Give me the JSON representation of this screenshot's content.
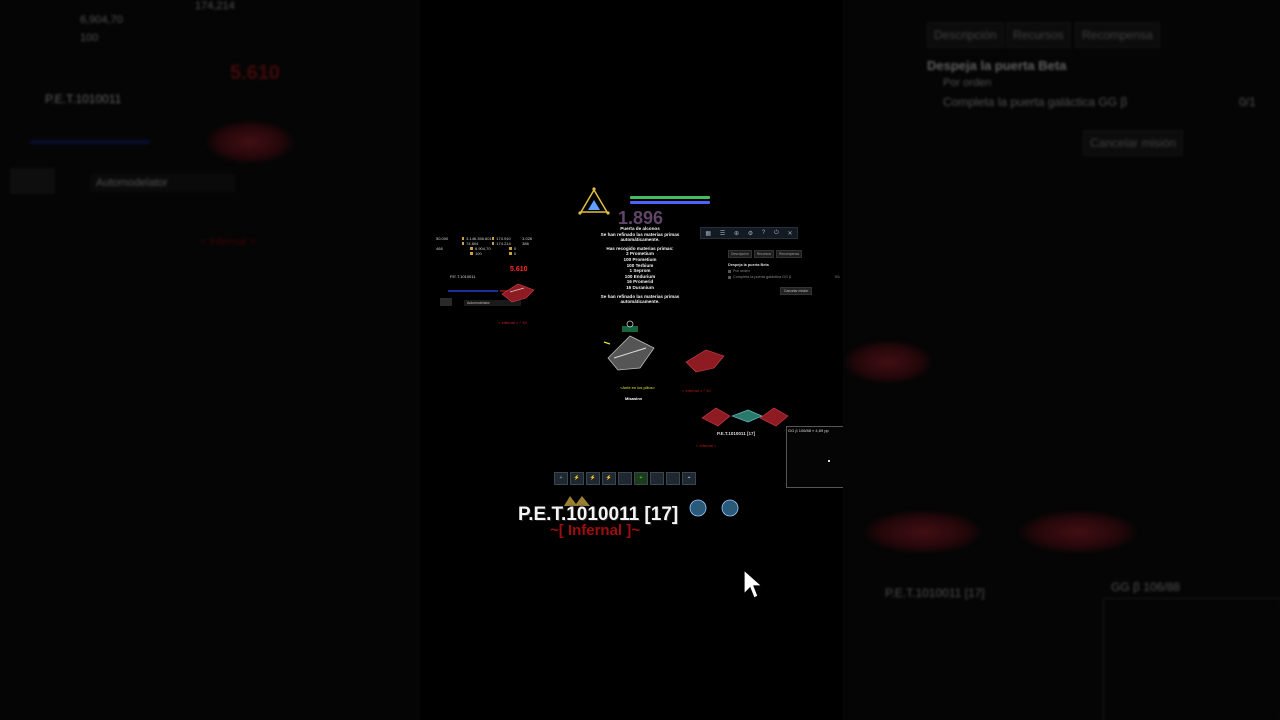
{
  "colors": {
    "background": "#000000",
    "damage_red": "#ff2a2a",
    "hp_blue": "#1a2e9e",
    "shield_green": "#3fbf5f",
    "text_white": "#f2f2f2",
    "clan_red": "#b01010",
    "player_label_yellow": "#e8e020"
  },
  "icons": [
    "rank-icon",
    "toolbar-icons",
    "cursor-icon",
    "planet-icon",
    "player-ship-icon",
    "enemy-ship-icon"
  ],
  "left_bg": {
    "stats": [
      "174,214",
      "6,904,70",
      "100"
    ],
    "pet_name": "P.E.T.1010011",
    "damage": "5.610",
    "automode": "Automodelator",
    "red_note": "< Infernal >"
  },
  "right_bg": {
    "tabs": [
      "Descripción",
      "Recursos",
      "Recompensa"
    ],
    "quest_title": "Despeja la puerta Beta",
    "quest_sub": "Por orden",
    "quest_line": "Completa la puerta galáctica GG β",
    "quest_progress": "0/1",
    "cancel_btn": "Cancelar misión",
    "coord": "GG β 106/88",
    "pet_label": "P.E.T.1010011 [17]"
  },
  "game": {
    "stats_left": [
      {
        "a": "50.000",
        "b": "3.146.356.601"
      },
      {
        "a": "",
        "b": "74.604"
      },
      {
        "a": "468",
        "b": "6.904,70"
      },
      {
        "a": "",
        "b": "100"
      }
    ],
    "stats_right": [
      {
        "a": "174.910",
        "b": "3.026"
      },
      {
        "a": "174.214",
        "b": "386"
      },
      {
        "a": "0",
        "b": ""
      },
      {
        "a": "0",
        "b": ""
      }
    ],
    "pet_name_small": "P.E.T.1010011",
    "damage_small": "5.610",
    "automode": "Automodelator",
    "red_note": "< Infernal >  ^ 10",
    "big_damage": "1.896",
    "message": {
      "title": "Puerta de alconos",
      "lines": [
        "Se han refinado las materias primas",
        "automáticamente.",
        "",
        "Has recogido materias primas:",
        "2 Prometium",
        "100 Prometium",
        "100 Terbium",
        "1 Seprom",
        "100 Endurium",
        "16 Promerid",
        "16 Duranium",
        "",
        "Se han refinado las materias primas",
        "automáticamente."
      ]
    },
    "quest": {
      "tabs": [
        "Descripción",
        "Recursos",
        "Recompensa"
      ],
      "title": "Despeja la puerta Beta",
      "sub": "Por orden",
      "line": "Completa la puerta galáctica GG β",
      "progress": "0/1",
      "cancel": "Cancelar misión"
    },
    "player_label": "<Ante en los pillos>",
    "player_name": "Misasinn",
    "pet_label": "P.E.T.1010011 [17]",
    "enemy_note_1": "< Infernal >  ^ 10",
    "enemy_note_2": "< Infernal >",
    "coord": "GG β 106/88   » 4,69 pp",
    "actionbar": [
      "+",
      "⚡",
      "⚡",
      "⚡",
      "",
      "+",
      "",
      "",
      "⌖"
    ],
    "big_name": "P.E.T.1010011 [17]",
    "big_clan": "~[ Infernal ]~"
  }
}
